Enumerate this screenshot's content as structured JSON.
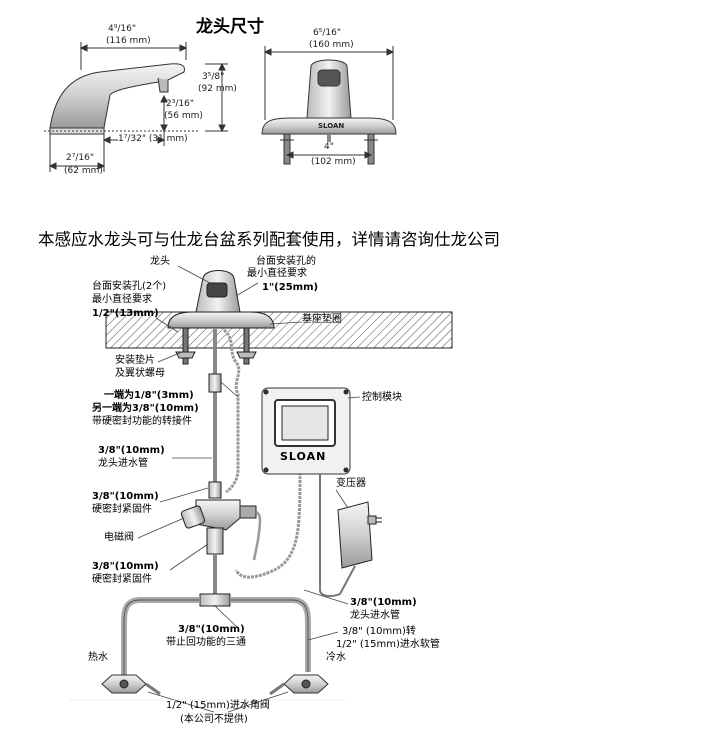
{
  "dimension_title": "龙头尺寸",
  "side_view": {
    "width_frac": "4⁹/16\"",
    "width_mm": "(116 mm)",
    "height_frac": "3⁵/8\"",
    "height_mm": "(92 mm)",
    "spout_frac": "2³/16\"",
    "spout_mm": "(56 mm)",
    "reach": "1⁷/32\" (31 mm)",
    "base_frac": "2⁷/16\"",
    "base_mm": "(62 mm)"
  },
  "front_view": {
    "width_frac": "6⁵/16\"",
    "width_mm": "(160 mm)",
    "brand": "SLOAN",
    "shank_frac": "4\"",
    "shank_mm": "(102 mm)"
  },
  "subtitle": "本感应水龙头可与仕龙台盆系列配套使用，详情请咨询仕龙公司",
  "install": {
    "faucet": "龙头",
    "hole_req_1": "台面安装孔的",
    "hole_req_2": "最小直径要求",
    "hole_req_size": "1\"(25mm)",
    "holes_2_1": "台面安装孔(2个)",
    "holes_2_2": "最小直径要求",
    "holes_2_size": "1/2\"(13mm)",
    "base_gasket": "基座垫圈",
    "washer_1": "安装垫片",
    "washer_2": "及翼状螺母",
    "adapter_1": "一端为1/8\"(3mm)",
    "adapter_2": "另一端为3/8\"(10mm)",
    "adapter_3": "带硬密封功能的转接件",
    "control_module": "控制模块",
    "module_brand": "SLOAN",
    "inlet_size": "3/8\"(10mm)",
    "inlet_label": "龙头进水管",
    "transformer": "变压器",
    "fitting_top_size": "3/8\"(10mm)",
    "fitting_top_label": "硬密封紧固件",
    "solenoid": "电磁阀",
    "fitting_bot_size": "3/8\"(10mm)",
    "fitting_bot_label": "硬密封紧固件",
    "inlet2_size": "3/8\"(10mm)",
    "inlet2_label": "龙头进水管",
    "tee_size": "3/8\"(10mm)",
    "tee_label": "带止回功能的三通",
    "hose_1": "3/8\" (10mm)转",
    "hose_2": "1/2\" (15mm)进水软管",
    "hot": "热水",
    "cold": "冷水",
    "valve_1": "1/2\" (15mm)进水角阀",
    "valve_2": "(本公司不提供)"
  }
}
